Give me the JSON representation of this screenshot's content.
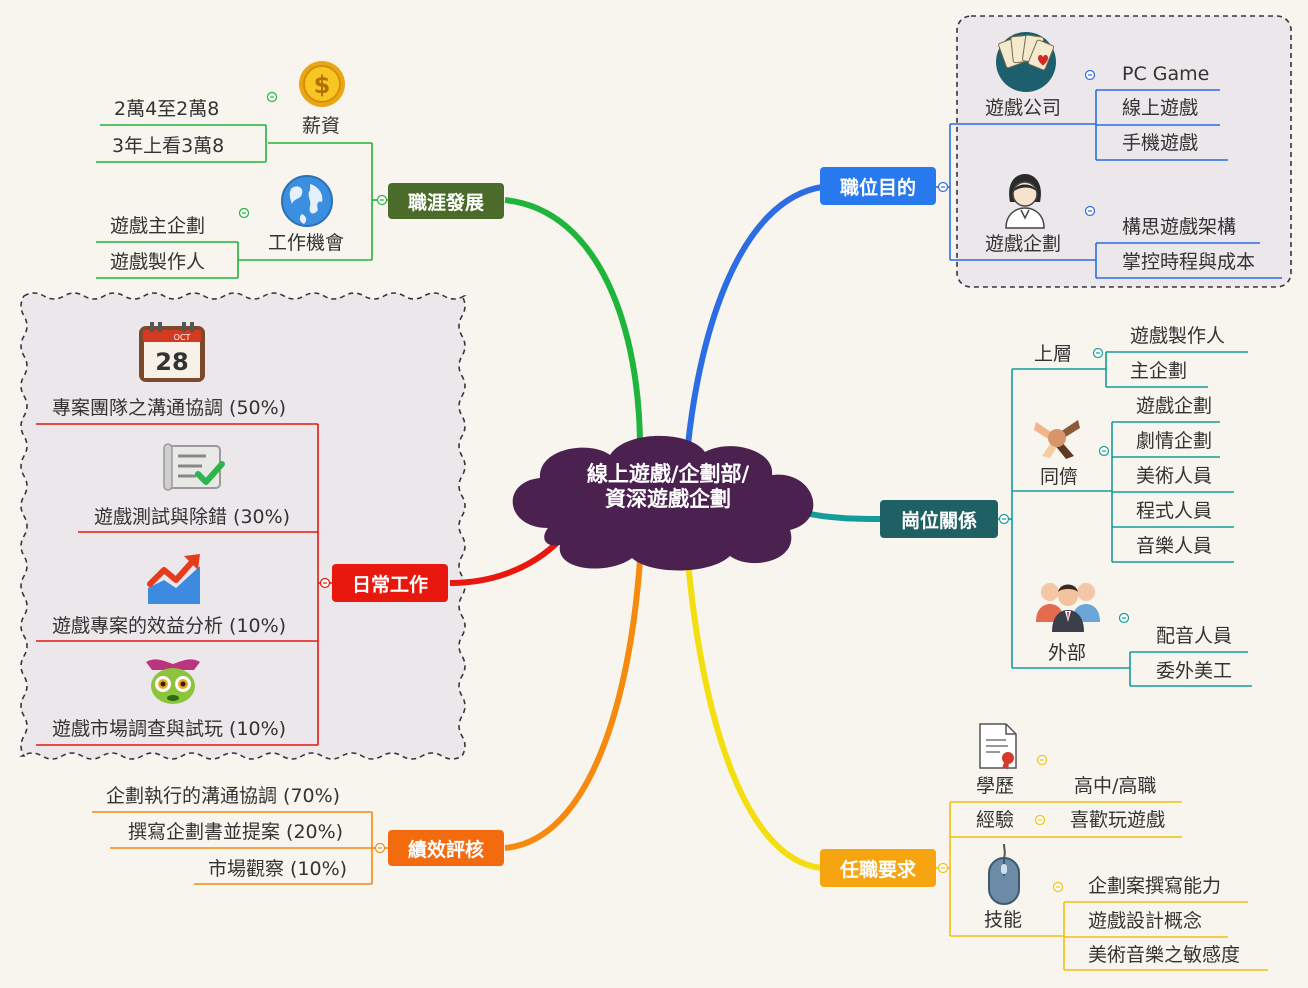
{
  "center": {
    "line1": "線上遊戲/企劃部/",
    "line2": "資深遊戲企劃"
  },
  "colors": {
    "career": "#4a6b2a",
    "daily": "#e8180e",
    "kpi": "#f26b0f",
    "purpose": "#2979ee",
    "relation": "#1e6063",
    "require": "#f6a511",
    "center": "#4b2150"
  },
  "career": {
    "label": "職涯發展",
    "salary": {
      "label": "薪資",
      "items": [
        "2萬4至2萬8",
        "3年上看3萬8"
      ]
    },
    "opportunity": {
      "label": "工作機會",
      "items": [
        "遊戲主企劃",
        "遊戲製作人"
      ]
    }
  },
  "daily": {
    "label": "日常工作",
    "items": [
      {
        "label": "專案團隊之溝通協調 (50%)",
        "icon": "calendar-icon",
        "calendar_month": "OCT",
        "calendar_day": "28"
      },
      {
        "label": "遊戲測試與除錯 (30%)",
        "icon": "checklist-icon"
      },
      {
        "label": "遊戲專案的效益分析 (10%)",
        "icon": "trend-chart-icon"
      },
      {
        "label": "遊戲市場調查與試玩 (10%)",
        "icon": "alien-mascot-icon"
      }
    ]
  },
  "kpi": {
    "label": "績效評核",
    "items": [
      "企劃執行的溝通協調 (70%)",
      "撰寫企劃書並提案 (20%)",
      "市場觀察 (10%)"
    ]
  },
  "purpose": {
    "label": "職位目的",
    "company": {
      "label": "遊戲公司",
      "items": [
        "PC Game",
        "線上遊戲",
        "手機遊戲"
      ]
    },
    "planner": {
      "label": "遊戲企劃",
      "items": [
        "構思遊戲架構",
        "掌控時程與成本"
      ]
    }
  },
  "relation": {
    "label": "崗位關係",
    "upper": {
      "label": "上層",
      "items": [
        "遊戲製作人",
        "主企劃"
      ]
    },
    "peer": {
      "label": "同儕",
      "items": [
        "遊戲企劃",
        "劇情企劃",
        "美術人員",
        "程式人員",
        "音樂人員"
      ]
    },
    "external": {
      "label": "外部",
      "items": [
        "配音人員",
        "委外美工"
      ]
    }
  },
  "require": {
    "label": "任職要求",
    "education": {
      "label": "學歷",
      "items": [
        "高中/高職"
      ]
    },
    "experience": {
      "label": "經驗",
      "items": [
        "喜歡玩遊戲"
      ]
    },
    "skill": {
      "label": "技能",
      "items": [
        "企劃案撰寫能力",
        "遊戲設計概念",
        "美術音樂之敏感度"
      ]
    }
  }
}
